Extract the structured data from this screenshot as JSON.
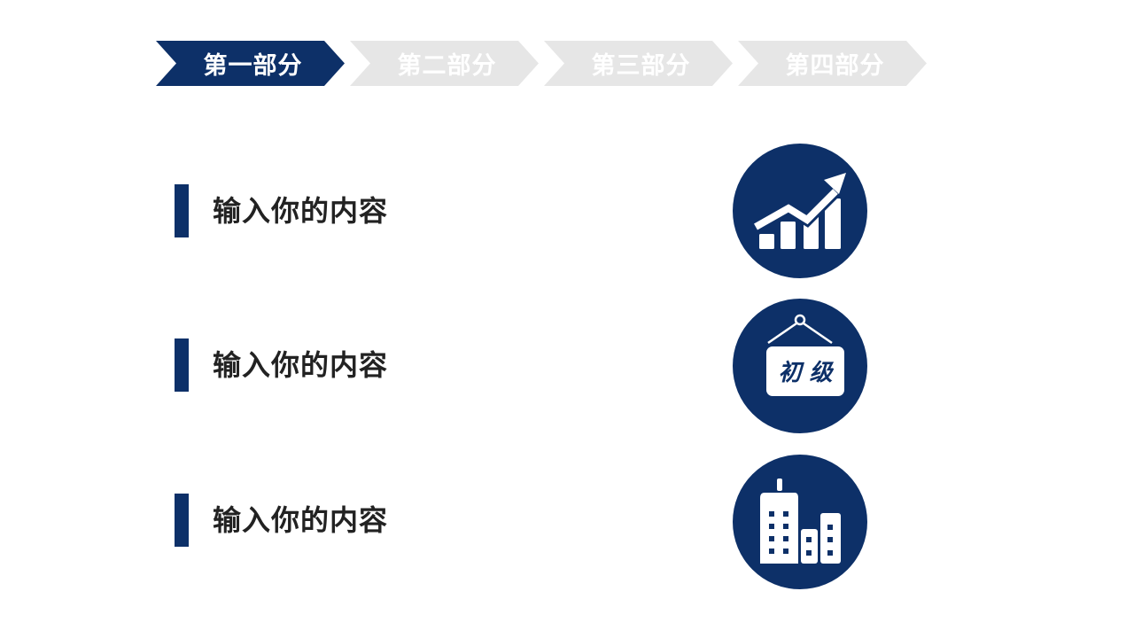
{
  "nav": {
    "steps": [
      {
        "label": "第一部分",
        "state": "active"
      },
      {
        "label": "第二部分",
        "state": "inactive"
      },
      {
        "label": "第三部分",
        "state": "inactive"
      },
      {
        "label": "第四部分",
        "state": "inactive"
      }
    ]
  },
  "rows": [
    {
      "text": "输入你的内容",
      "icon": "growth-chart-icon"
    },
    {
      "text": "输入你的内容",
      "icon": "hanging-sign-icon",
      "sign_text": "初 级"
    },
    {
      "text": "输入你的内容",
      "icon": "buildings-icon"
    }
  ],
  "colors": {
    "accent": "#0d3068",
    "inactive_step": "#e6e6e6",
    "body_text": "#222222",
    "background": "#ffffff"
  }
}
